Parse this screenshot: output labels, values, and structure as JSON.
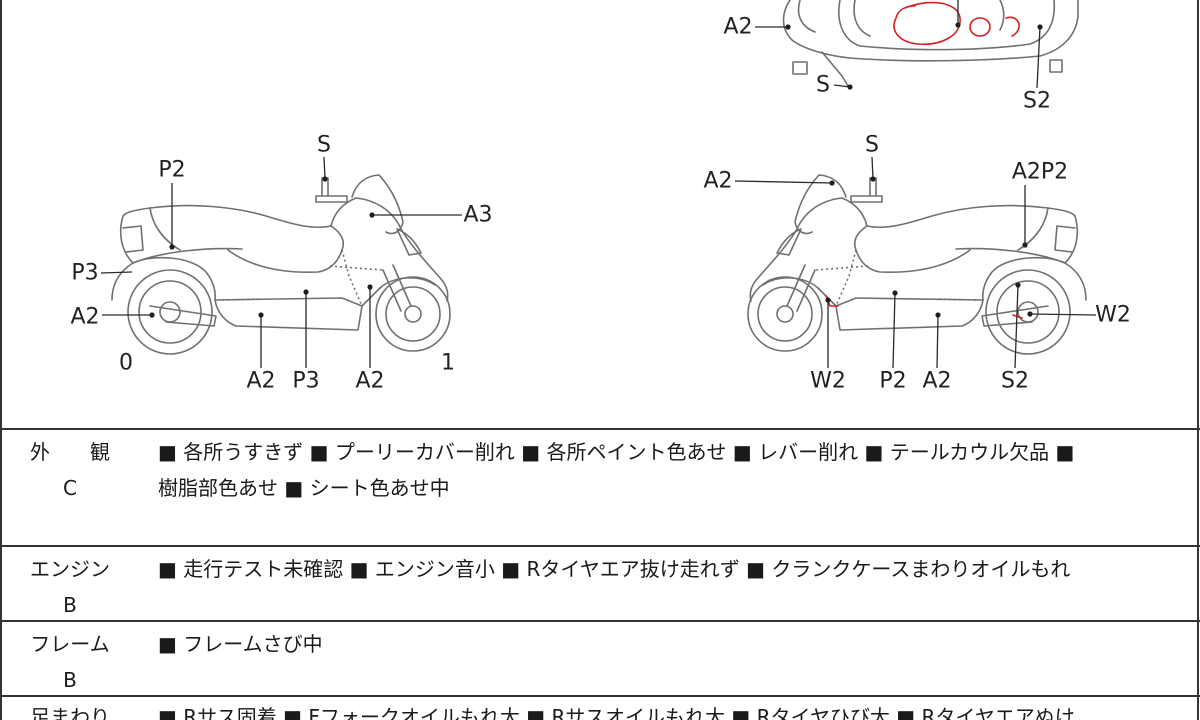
{
  "colors": {
    "line": "#707070",
    "handwritten_mark": "#d42020"
  },
  "diagrams": {
    "top_view": {
      "labels": [
        "A2",
        "S",
        "S2"
      ]
    },
    "left_view": {
      "labels": [
        "S",
        "P2",
        "A3",
        "P3",
        "A2",
        "A2",
        "P3",
        "A2"
      ],
      "wheel_marks": [
        "0",
        "1"
      ]
    },
    "right_view": {
      "labels": [
        "S",
        "A2",
        "A2P2",
        "W2",
        "W2",
        "P2",
        "A2",
        "S2"
      ]
    }
  },
  "report": {
    "rows": [
      {
        "category": "外　観",
        "grade": "C",
        "notes": [
          "■ 各所うすきず ■ プーリーカバー削れ ■ 各所ペイント色あせ ■ レバー削れ ■ テールカウル欠品 ■",
          "樹脂部色あせ ■ シート色あせ中"
        ]
      },
      {
        "category": "エンジン",
        "grade": "B",
        "notes": [
          "■ 走行テスト未確認 ■ エンジン音小 ■ Rタイヤエア抜け走れず ■ クランクケースまわりオイルもれ"
        ]
      },
      {
        "category": "フレーム",
        "grade": "B",
        "notes": [
          "■ フレームさび中"
        ]
      },
      {
        "category": "足まわり",
        "notes": [
          "■ Rサス固着 ■ Fフォークオイルもれ大 ■ Rサスオイルもれ大 ■ Rタイヤひび大 ■ Rタイヤエアぬけ"
        ]
      }
    ]
  }
}
